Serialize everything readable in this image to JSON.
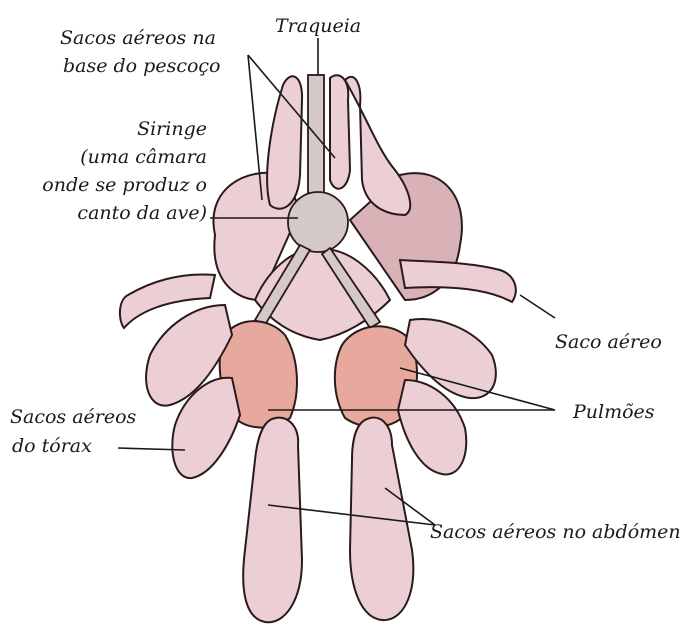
{
  "labels": {
    "traqueia": "Traqueia",
    "sacos_pescoco_l1": "Sacos aéreos na",
    "sacos_pescoco_l2": "base do pescoço",
    "siringe_l1": "Siringe",
    "siringe_l2": "(uma câmara",
    "siringe_l3": "onde se produz o",
    "siringe_l4": "canto da ave)",
    "saco_aereo": "Saco aéreo",
    "pulmoes": "Pulmões",
    "sacos_torax_l1": "Sacos aéreos",
    "sacos_torax_l2": "do tórax",
    "sacos_abdomen": "Sacos aéreos no abdómen"
  },
  "colors": {
    "sac_fill": "#eccfd4",
    "lung_fill": "#e7a99d",
    "trachea_fill": "#d4c8c8",
    "ink": "#1a1a1a"
  }
}
